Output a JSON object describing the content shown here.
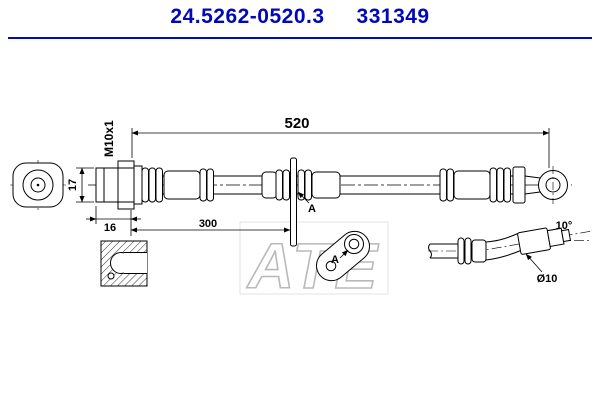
{
  "header": {
    "part_number": "24.5262-0520.3",
    "ref_number": "331349",
    "accent_color": "#0008b8"
  },
  "watermark": {
    "brand": "ATE"
  },
  "diagram": {
    "dimensions": {
      "total_length": "520",
      "thread_spec": "M10x1",
      "fitting_height": "17",
      "fitting_length": "16",
      "bracket_position": "300",
      "bend_angle": "10°",
      "hose_diameter": "Ø10"
    },
    "labels": {
      "bracket_marker": "A",
      "bracket_detail": "A"
    }
  }
}
